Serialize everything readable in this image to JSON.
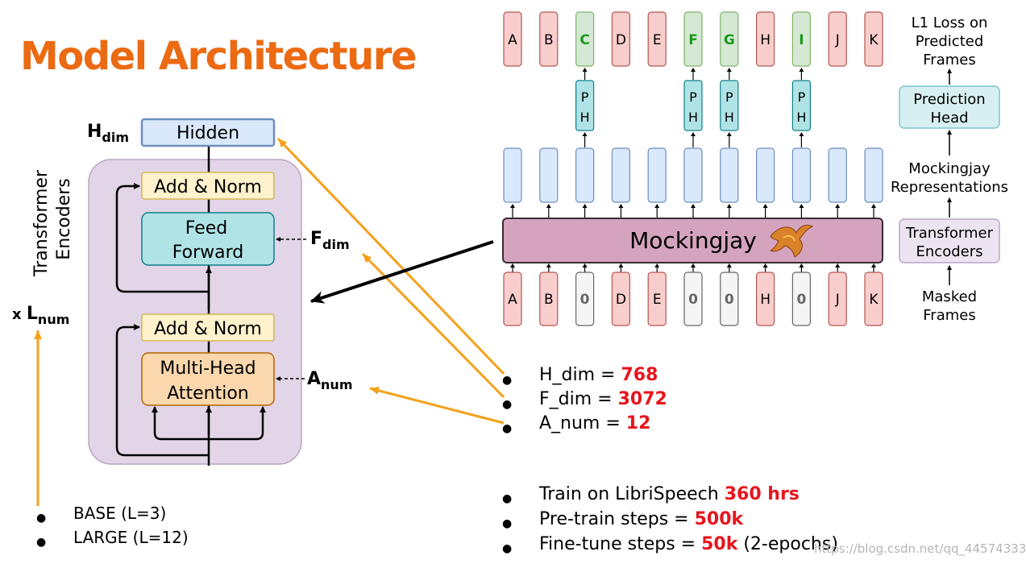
{
  "title": "Model Architecture",
  "encoder": {
    "hidden_label": "Hidden",
    "h_dim_main": "H",
    "h_dim_sub": "dim",
    "add_norm_top": "Add & Norm",
    "feed_forward_1": "Feed",
    "feed_forward_2": "Forward",
    "f_dim_main": "F",
    "f_dim_sub": "dim",
    "add_norm_bottom": "Add & Norm",
    "mha_1": "Multi-Head",
    "mha_2": "Attention",
    "a_num_main": "A",
    "a_num_sub": "num",
    "side_label_1": "Transformer",
    "side_label_2": "Encoders",
    "l_num_prefix": "x ",
    "l_num_main": "L",
    "l_num_sub": "num"
  },
  "mockingjay": {
    "model_label": "Mockingjay",
    "output_frames": [
      "A",
      "B",
      "C",
      "D",
      "E",
      "F",
      "G",
      "H",
      "I",
      "J",
      "K"
    ],
    "predicted_frames": [
      "C",
      "F",
      "G",
      "I"
    ],
    "input_frames": [
      "A",
      "B",
      "0",
      "D",
      "E",
      "0",
      "0",
      "H",
      "0",
      "J",
      "K"
    ],
    "ph_label_1": "P",
    "ph_label_2": "H",
    "right_l1_1": "L1 Loss on",
    "right_l1_2": "Predicted",
    "right_l1_3": "Frames",
    "right_ph_1": "Prediction",
    "right_ph_2": "Head",
    "right_rep_1": "Mockingjay",
    "right_rep_2": "Representations",
    "right_te_1": "Transformer",
    "right_te_2": "Encoders",
    "right_mf_1": "Masked",
    "right_mf_2": "Frames"
  },
  "hyperparams": [
    {
      "label": "H_dim = ",
      "value": "768"
    },
    {
      "label": "F_dim = ",
      "value": "3072"
    },
    {
      "label": "A_num = ",
      "value": "12"
    }
  ],
  "training": [
    {
      "label": "Train on LibriSpeech ",
      "value": "360 hrs",
      "suffix": ""
    },
    {
      "label": "Pre-train steps = ",
      "value": "500k",
      "suffix": ""
    },
    {
      "label": "Fine-tune steps = ",
      "value": "50k",
      "suffix": " (2-epochs)"
    }
  ],
  "model_sizes": [
    "BASE (L=3)",
    "LARGE (L=12)"
  ],
  "watermark": "https://blog.csdn.net/qq_44574333",
  "colors": {
    "title": "#ec6a12",
    "highlight": "#e8141c",
    "arrow_orange": "#f5a01a",
    "frame_red_fill": "#f8cecc",
    "frame_red_stroke": "#b85450",
    "frame_green_fill": "#d5e8d4",
    "frame_green_stroke": "#82b366",
    "frame_green_text": "#1a9a1a",
    "frame_gray_fill": "#f5f5f5",
    "frame_gray_stroke": "#666666",
    "rep_fill": "#dae8fc",
    "rep_stroke": "#6c8ebf",
    "ph_fill": "#b0e3e6",
    "ph_stroke": "#0e8088",
    "mockingjay_fill": "#d4a4bf",
    "encoder_bg": "#e1d5e7",
    "add_norm_fill": "#fff2cc",
    "add_norm_stroke": "#d6b656",
    "mha_fill": "#fad7ac",
    "mha_stroke": "#b46504"
  }
}
